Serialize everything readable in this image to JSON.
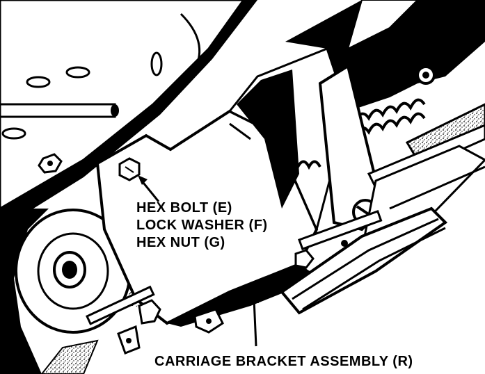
{
  "labels": {
    "hex_bolt": "HEX BOLT (E)",
    "lock_washer": "LOCK WASHER (F)",
    "hex_nut": "HEX NUT (G)",
    "carriage_bracket": "CARRIAGE BRACKET ASSEMBLY (R)"
  },
  "colors": {
    "ink": "#000000",
    "paper": "#ffffff"
  }
}
